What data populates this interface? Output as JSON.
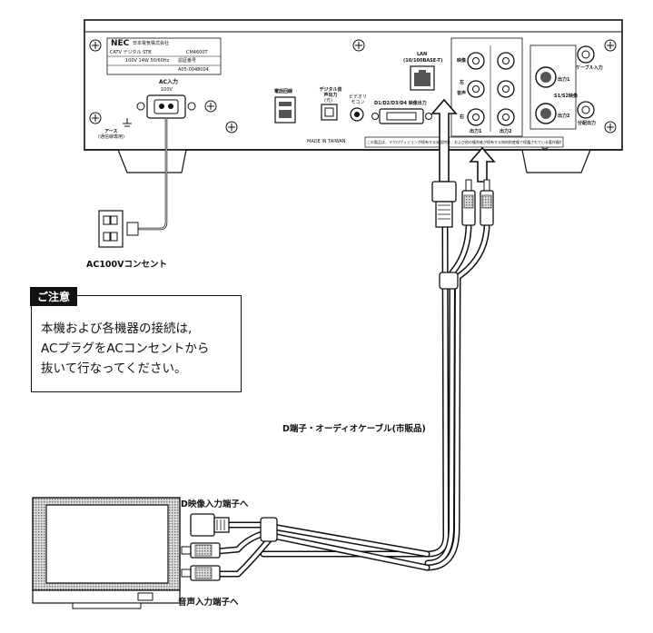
{
  "rear_panel": {
    "brand": "NEC",
    "maker": "日本電気株式会社",
    "product": "CATV デジタル STB",
    "model": "CM4600T",
    "power_spec": "100V 14W 50/60Hz",
    "cert_label": "認証番号",
    "cert_number": "A05-0048004",
    "ac_in_label": "AC入力",
    "ac_in_voltage": "100V",
    "ground_label": "アース",
    "ground_sub": "(通信線専用)",
    "phone_label": "電話回線",
    "digital_audio_label": "デジタル音声出力",
    "digital_audio_sub": "(光)",
    "video_remote_label": "ビデオリモコン",
    "made_in": "MADE IN TAIWAN",
    "lan_label": "LAN",
    "lan_sub": "(10/100BASE-T)",
    "d_terminal_label": "D1/D2/D3/D4 映像出力",
    "video_label": "映像",
    "left_label": "左",
    "audio_label": "音声",
    "right_label": "右",
    "out1_label": "出力1",
    "out2_label": "出力2",
    "s_out1_label": "出力1",
    "s_video_label": "S1/S2映像",
    "s_out2_label": "出力2",
    "cable_in_label": "ケーブル入力",
    "split_out_label": "分配出力",
    "notice": "この製品は、マクロヴィジョンが保有する米国特許、および他の権利者が保有する知的財産権で保護されている著作権保護技術を搭載しています。"
  },
  "labels": {
    "outlet": "AC100Vコンセント",
    "cable": "D端子・オーディオケーブル(市販品)",
    "to_d_input": "D映像入力端子へ",
    "to_audio_input": "音声入力端子へ"
  },
  "caution": {
    "title": "ご注意",
    "line1": "本機および各機器の接続は,",
    "line2": "ACプラグをACコンセントから",
    "line3": "抜いて行なってください。"
  }
}
